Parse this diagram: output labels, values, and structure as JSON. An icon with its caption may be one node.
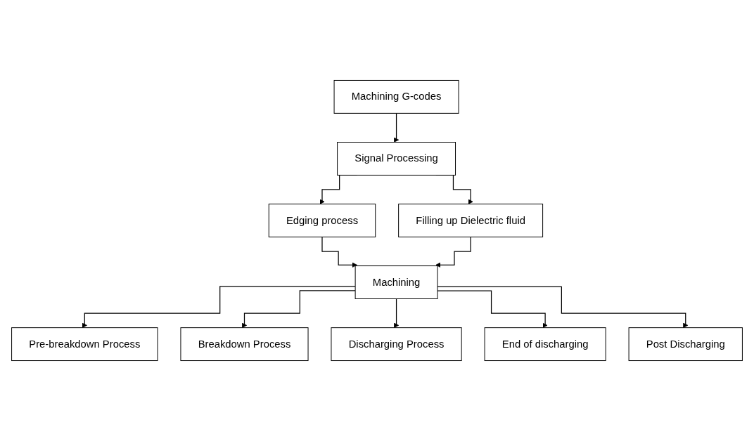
{
  "diagram": {
    "nodes": [
      {
        "text": [
          "Machining G-codes"
        ]
      },
      {
        "text": [
          "Signal Processing"
        ]
      },
      {
        "text": [
          "Edging process"
        ]
      },
      {
        "text": [
          "Filling up Dielectric fluid"
        ]
      },
      {
        "text": [
          "Machining"
        ]
      },
      {
        "text": [
          "Pre-breakdown Process"
        ]
      },
      {
        "text": [
          "Breakdown Process"
        ]
      },
      {
        "text": [
          "Discharging Process"
        ]
      },
      {
        "text": [
          "End of discharging"
        ]
      },
      {
        "text": [
          "Post Discharging"
        ]
      }
    ],
    "edges": [
      {
        "from": 0,
        "to": 1,
        "arrow": "to"
      },
      {
        "from": 1,
        "to": 2,
        "arrow": "to"
      },
      {
        "from": 1,
        "to": 3,
        "arrow": "to"
      },
      {
        "from": 2,
        "to": 4,
        "arrow": "to"
      },
      {
        "from": 3,
        "to": 4,
        "arrow": "to"
      },
      {
        "from": 4,
        "to": 5,
        "arrow": "to"
      },
      {
        "from": 4,
        "to": 6,
        "arrow": "to"
      },
      {
        "from": 4,
        "to": 7,
        "arrow": "to"
      },
      {
        "from": 4,
        "to": 8,
        "arrow": "to"
      },
      {
        "from": 4,
        "to": 9,
        "arrow": "to"
      }
    ]
  }
}
